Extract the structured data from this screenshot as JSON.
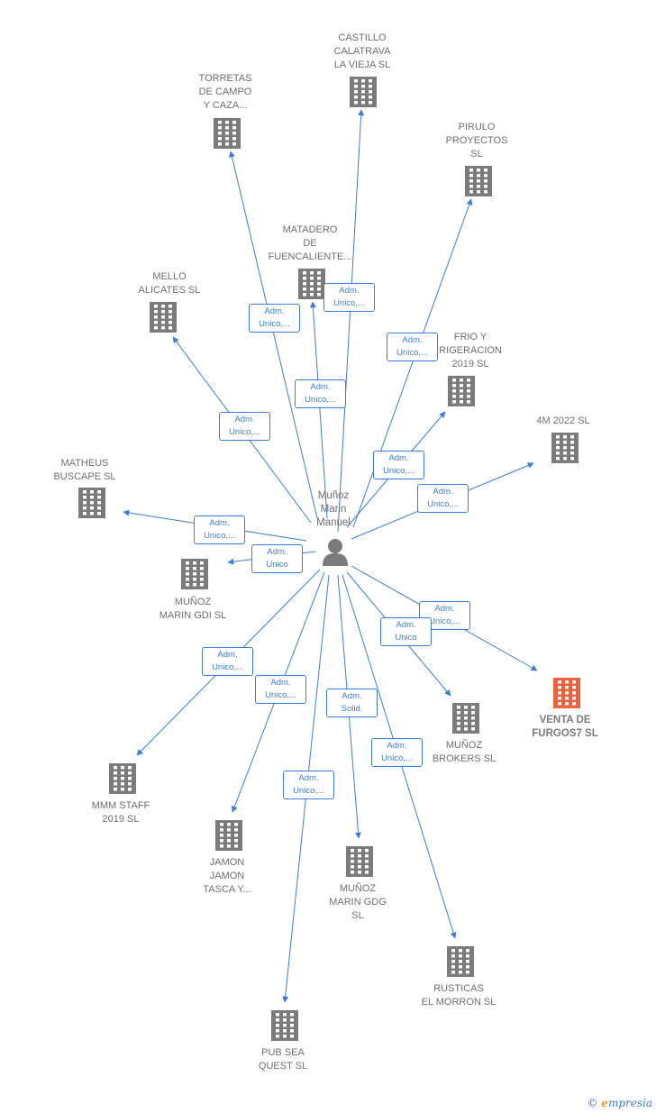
{
  "center": {
    "name": "Muñoz\nMarin\nManuel",
    "icon": "person-icon"
  },
  "colors": {
    "edge": "#3b7dd8",
    "building": "#7b7b7b",
    "highlight": "#f0603a"
  },
  "nodes": [
    {
      "id": "castillo",
      "label": "CASTILLO\nCALATRAVA\nLA VIEJA  SL",
      "icon": "building-icon"
    },
    {
      "id": "torretas",
      "label": "TORRETAS\nDE CAMPO\nY CAZA...",
      "icon": "building-icon"
    },
    {
      "id": "pirulo",
      "label": "PIRULO\nPROYECTOS\nSL",
      "icon": "building-icon"
    },
    {
      "id": "matadero",
      "label": "MATADERO\nDE\nFUENCALIENTE...",
      "icon": "building-icon"
    },
    {
      "id": "mello",
      "label": "MELLO\nALICATES  SL",
      "icon": "building-icon"
    },
    {
      "id": "frio",
      "label": "FRIO Y\nRIGERACION\n2019  SL",
      "icon": "building-icon"
    },
    {
      "id": "m4",
      "label": "4M 2022  SL",
      "icon": "building-icon"
    },
    {
      "id": "matheus",
      "label": "MATHEUS\nBUSCAPE  SL",
      "icon": "building-icon"
    },
    {
      "id": "gdi",
      "label": "MUÑOZ\nMARIN GDI SL",
      "icon": "building-icon"
    },
    {
      "id": "venta",
      "label": "VENTA DE\nFURGOS7  SL",
      "icon": "building-icon"
    },
    {
      "id": "brokers",
      "label": "MUÑOZ\nBROKERS  SL",
      "icon": "building-icon"
    },
    {
      "id": "mmm",
      "label": "MMM STAFF\n2019  SL",
      "icon": "building-icon"
    },
    {
      "id": "jamon",
      "label": "JAMON\nJAMON\nTASCA Y...",
      "icon": "building-icon"
    },
    {
      "id": "gdg",
      "label": "MUÑOZ\nMARIN GDG\nSL",
      "icon": "building-icon"
    },
    {
      "id": "rusticas",
      "label": "RUSTICAS\nEL MORRON SL",
      "icon": "building-icon"
    },
    {
      "id": "pubsea",
      "label": "PUB SEA\nQUEST  SL",
      "icon": "building-icon"
    }
  ],
  "edges": [
    {
      "to": "castillo",
      "label": "Adm.\nUnico,..."
    },
    {
      "to": "torretas",
      "label": "Adm.\nUnico,..."
    },
    {
      "to": "pirulo",
      "label": "Adm.\nUnico,..."
    },
    {
      "to": "matadero",
      "label": "Adm.\nUnico,..."
    },
    {
      "to": "mello",
      "label": "Adm.\nUnico,..."
    },
    {
      "to": "frio",
      "label": "Adm.\nUnico,..."
    },
    {
      "to": "m4",
      "label": "Adm.\nUnico,..."
    },
    {
      "to": "matheus",
      "label": "Adm.\nUnico,..."
    },
    {
      "to": "gdi",
      "label": "Adm.\nUnico"
    },
    {
      "to": "venta",
      "label": "Adm.\nUnico,..."
    },
    {
      "to": "brokers",
      "label": "Adm.\nUnico"
    },
    {
      "to": "mmm",
      "label": "Adm.\nUnico,..."
    },
    {
      "to": "jamon",
      "label": "Adm.\nUnico,..."
    },
    {
      "to": "gdg",
      "label": "Adm.\nSolid."
    },
    {
      "to": "rusticas",
      "label": "Adm.\nUnico,..."
    },
    {
      "to": "pubsea",
      "label": "Adm.\nUnico,..."
    }
  ],
  "footer": {
    "copyright": "©",
    "brand_initial": "e",
    "brand_rest": "mpresia"
  }
}
